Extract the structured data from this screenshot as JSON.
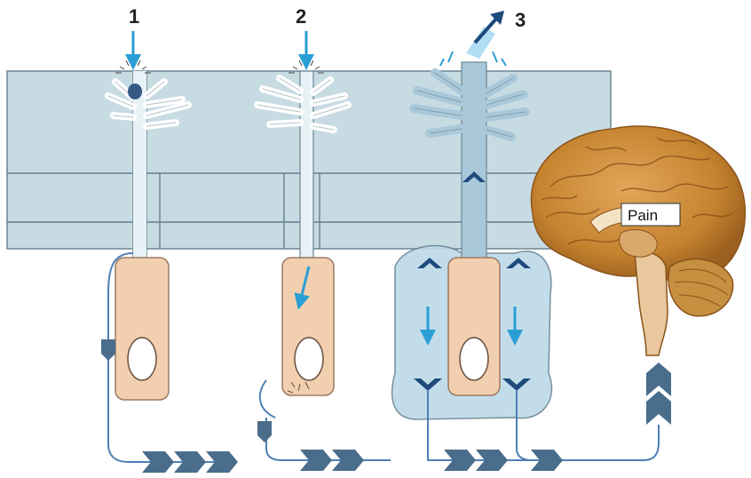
{
  "figure": {
    "steps": [
      {
        "id": "1",
        "label": "1"
      },
      {
        "id": "2",
        "label": "2"
      },
      {
        "id": "3",
        "label": "3"
      }
    ],
    "brain_label": "Pain",
    "colors": {
      "skin": "#c7dbe3",
      "skin_stroke": "#6b8591",
      "dendrite_sheath": "#d4e6ee",
      "cell_body": "#f2cfae",
      "cell_stroke": "#9b7a62",
      "chevron": "#4a6d8c",
      "chevron_dark": "#1f4a7d",
      "nerve_line": "#4f7fb6",
      "stimulus_arrow": "#2a9fd6",
      "fluid": "#bcd9e8",
      "brain": "#cc8b3a"
    }
  }
}
